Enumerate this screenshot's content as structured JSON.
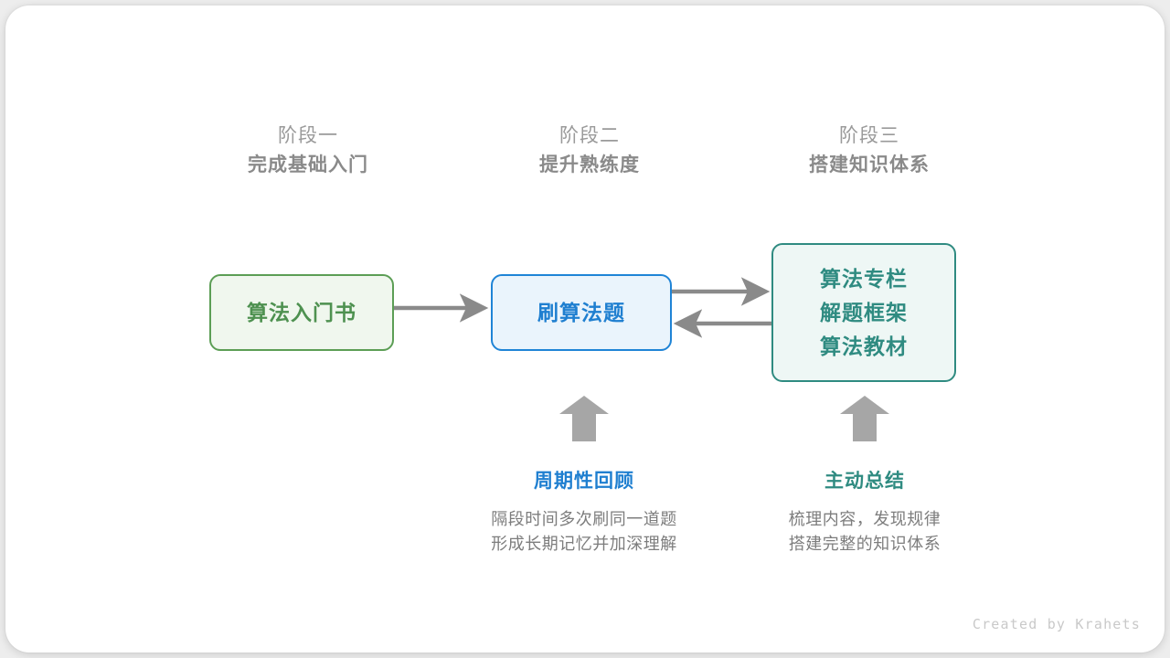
{
  "canvas": {
    "background": "#ffffff",
    "page_background": "#ededed"
  },
  "stages": [
    {
      "label": "阶段一",
      "title": "完成基础入门",
      "accent": "#4e9150"
    },
    {
      "label": "阶段二",
      "title": "提升熟练度",
      "accent": "#1f7fd0"
    },
    {
      "label": "阶段三",
      "title": "搭建知识体系",
      "accent": "#2f8b81"
    }
  ],
  "nodes": [
    {
      "name": "algorithm-intro-book",
      "lines": [
        "算法入门书"
      ],
      "fill": "#f0f7ee",
      "border": "#5c9e55",
      "text": "#4e9150"
    },
    {
      "name": "practice-problems",
      "lines": [
        "刷算法题"
      ],
      "fill": "#eaf4fc",
      "border": "#1f84d6",
      "text": "#1f7fd0"
    },
    {
      "name": "knowledge-resources",
      "lines": [
        "算法专栏",
        "解题框架",
        "算法教材"
      ],
      "fill": "#eef7f5",
      "border": "#2f8b81",
      "text": "#2f8b81"
    }
  ],
  "annotations": [
    {
      "title": "周期性回顾",
      "color": "#1f7fd0",
      "desc_line1": "隔段时间多次刷同一道题",
      "desc_line2": "形成长期记忆并加深理解"
    },
    {
      "title": "主动总结",
      "color": "#2f8b81",
      "desc_line1": "梳理内容，发现规律",
      "desc_line2": "搭建完整的知识体系"
    }
  ],
  "arrows": {
    "color": "#8a8a8a",
    "items": [
      {
        "name": "arrow-book-to-practice",
        "direction": "right"
      },
      {
        "name": "arrow-practice-to-resources",
        "direction": "right"
      },
      {
        "name": "arrow-resources-to-practice",
        "direction": "left"
      },
      {
        "name": "arrow-review-up",
        "direction": "up"
      },
      {
        "name": "arrow-summary-up",
        "direction": "up"
      }
    ]
  },
  "credit": "Created by Krahets"
}
